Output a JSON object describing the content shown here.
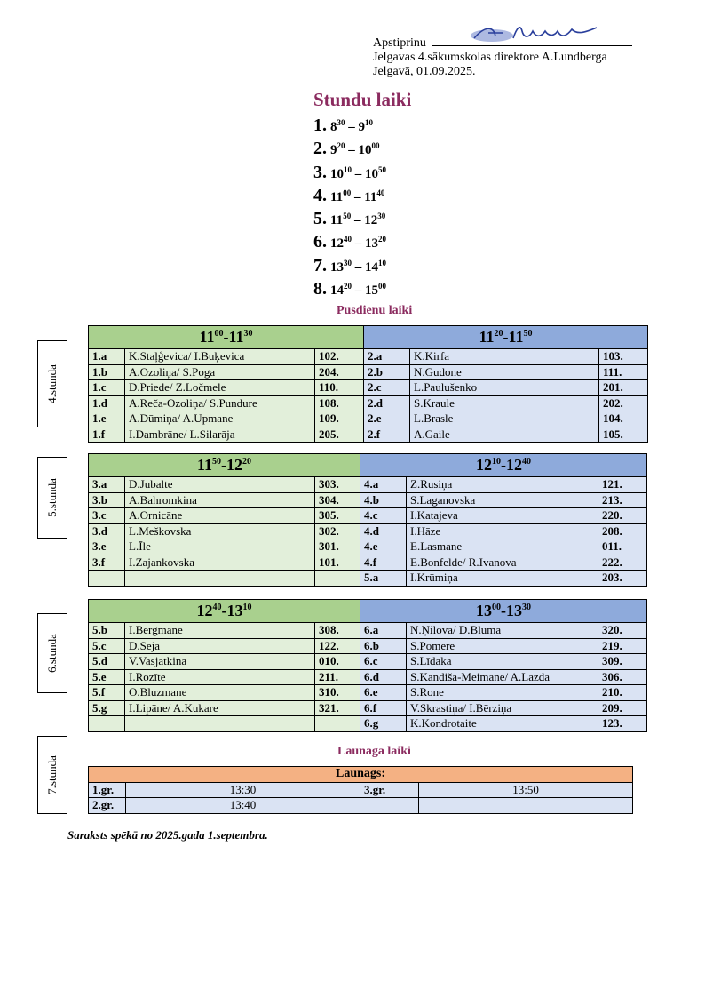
{
  "approval": {
    "label": "Apstiprinu",
    "line2": "Jelgavas 4.sākumskolas direktore A.Lundberga",
    "line3": "Jelgavā, 01.09.2025."
  },
  "title": "Stundu laiki",
  "lesson_times": [
    {
      "n": "1.",
      "start_h": "8",
      "start_m": "30",
      "end_h": "9",
      "end_m": "10"
    },
    {
      "n": "2.",
      "start_h": "9",
      "start_m": "20",
      "end_h": "10",
      "end_m": "00"
    },
    {
      "n": "3.",
      "start_h": "10",
      "start_m": "10",
      "end_h": "10",
      "end_m": "50"
    },
    {
      "n": "4.",
      "start_h": "11",
      "start_m": "00",
      "end_h": "11",
      "end_m": "40"
    },
    {
      "n": "5.",
      "start_h": "11",
      "start_m": "50",
      "end_h": "12",
      "end_m": "30"
    },
    {
      "n": "6.",
      "start_h": "12",
      "start_m": "40",
      "end_h": "13",
      "end_m": "20"
    },
    {
      "n": "7.",
      "start_h": "13",
      "start_m": "30",
      "end_h": "14",
      "end_m": "10"
    },
    {
      "n": "8.",
      "start_h": "14",
      "start_m": "20",
      "end_h": "15",
      "end_m": "00"
    }
  ],
  "lunch_title": "Pusdienu laiki",
  "blocks": [
    {
      "side_label": "4.stunda",
      "left_h1": "11",
      "left_m1": "00",
      "left_h2": "-11",
      "left_m2": "30",
      "right_h1": "11",
      "right_m1": "20",
      "right_h2": "-11",
      "right_m2": "50",
      "rows": [
        [
          "1.a",
          "K.Staļģevica/ I.Buķevica",
          "102.",
          "2.a",
          "K.Kirfa",
          "103."
        ],
        [
          "1.b",
          "A.Ozoliņa/ S.Poga",
          "204.",
          "2.b",
          "N.Gudone",
          "111."
        ],
        [
          "1.c",
          "D.Priede/ Z.Ločmele",
          "110.",
          "2.c",
          "L.Paulušenko",
          "201."
        ],
        [
          "1.d",
          "A.Reča-Ozoliņa/ S.Pundure",
          "108.",
          "2.d",
          "S.Kraule",
          "202."
        ],
        [
          "1.e",
          "A.Dūmiņa/ A.Upmane",
          "109.",
          "2.e",
          "L.Brasle",
          "104."
        ],
        [
          "1.f",
          "I.Dambrāne/ L.Silarāja",
          "205.",
          "2.f",
          "A.Gaile",
          "105."
        ]
      ]
    },
    {
      "side_label": "5.stunda",
      "left_h1": "11",
      "left_m1": "50",
      "left_h2": "-12",
      "left_m2": "20",
      "right_h1": "12",
      "right_m1": "10",
      "right_h2": "-12",
      "right_m2": "40",
      "rows": [
        [
          "3.a",
          "D.Jubalte",
          "303.",
          "4.a",
          "Z.Rusiņa",
          "121."
        ],
        [
          "3.b",
          "A.Bahromkina",
          "304.",
          "4.b",
          "S.Laganovska",
          "213."
        ],
        [
          "3.c",
          "A.Ornicāne",
          "305.",
          "4.c",
          "I.Katajeva",
          "220."
        ],
        [
          "3.d",
          "L.Meškovska",
          "302.",
          "4.d",
          "I.Hāze",
          "208."
        ],
        [
          "3.e",
          "L.Īle",
          "301.",
          "4.e",
          "E.Lasmane",
          "011."
        ],
        [
          "3.f",
          "I.Zajankovska",
          "101.",
          "4.f",
          "E.Bonfelde/ R.Ivanova",
          "222."
        ],
        [
          "",
          "",
          "",
          "5.a",
          "I.Krūmiņa",
          "203."
        ]
      ]
    },
    {
      "side_label": "6.stunda",
      "left_h1": "12",
      "left_m1": "40",
      "left_h2": "-13",
      "left_m2": "10",
      "right_h1": "13",
      "right_m1": "00",
      "right_h2": "-13",
      "right_m2": "30",
      "rows": [
        [
          "5.b",
          "I.Bergmane",
          "308.",
          "6.a",
          "N.Ņilova/ D.Blūma",
          "320."
        ],
        [
          "5.c",
          "D.Sēja",
          "122.",
          "6.b",
          "S.Pomere",
          "219."
        ],
        [
          "5.d",
          "V.Vasjatkina",
          "010.",
          "6.c",
          "S.Līdaka",
          "309."
        ],
        [
          "5.e",
          "I.Rozīte",
          "211.",
          "6.d",
          "S.Kandiša-Meimane/ A.Lazda",
          "306."
        ],
        [
          "5.f",
          "O.Bluzmane",
          "310.",
          "6.e",
          "S.Rone",
          "210."
        ],
        [
          "5.g",
          "I.Lipāne/ A.Kukare",
          "321.",
          "6.f",
          "V.Skrastiņa/ I.Bērziņa",
          "209."
        ],
        [
          "",
          "",
          "",
          "6.g",
          "K.Kondrotaite",
          "123."
        ]
      ]
    }
  ],
  "snack": {
    "section_title": "Launaga laiki",
    "side_label": "7.stunda",
    "header": "Launags:",
    "rows": [
      [
        "1.gr.",
        "13:30",
        "3.gr.",
        "13:50"
      ],
      [
        "2.gr.",
        "13:40",
        "",
        ""
      ]
    ]
  },
  "note": "Saraksts spēkā no 2025.gada 1.septembra.",
  "colors": {
    "accent_title": "#8b2b5f",
    "green_header": "#a9d08e",
    "blue_header": "#8eaadb",
    "green_cell": "#e2efda",
    "blue_cell": "#dae3f3",
    "snack_header": "#f4b183"
  }
}
